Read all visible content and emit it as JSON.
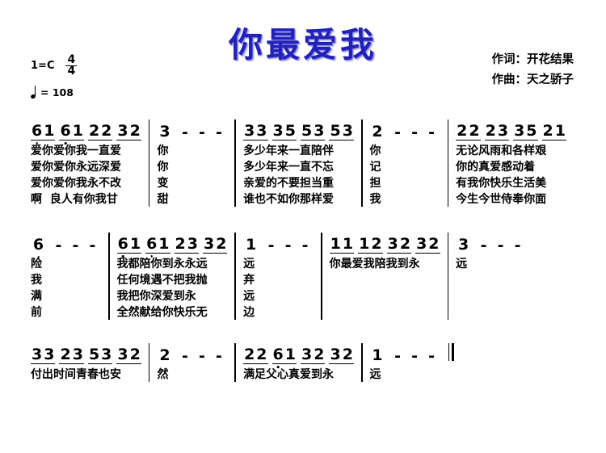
{
  "sheet": {
    "title": "你最爱我",
    "title_color": "#2222bb",
    "key_signature": "1=C",
    "time_signature": {
      "numerator": "4",
      "denominator": "4"
    },
    "tempo": {
      "note": "quarter-note",
      "equals": "= 108",
      "bpm": "108"
    },
    "credits": {
      "lyricist": "作词：开花结果",
      "composer": "作曲：天之骄子"
    }
  },
  "systems": [
    {
      "id": "system-1",
      "measures": [
        {
          "id": "m1",
          "groups": [
            {
              "notes": [
                {
                  "n": "6",
                  "oct": "low"
                },
                {
                  "n": "1",
                  "oct": "mid"
                }
              ]
            },
            {
              "notes": [
                {
                  "n": "6",
                  "oct": "low"
                },
                {
                  "n": "1",
                  "oct": "mid"
                }
              ]
            },
            {
              "notes": [
                {
                  "n": "2",
                  "oct": "mid"
                },
                {
                  "n": "2",
                  "oct": "mid"
                }
              ]
            },
            {
              "notes": [
                {
                  "n": "3",
                  "oct": "mid"
                },
                {
                  "n": "2",
                  "oct": "mid"
                }
              ]
            }
          ],
          "lyrics": [
            "爱你爱你我一直爱",
            "爱你爱你永远深爱",
            "爱你爱你我永不改",
            "啊  良人有你我甘"
          ]
        },
        {
          "id": "m2",
          "groups": [
            {
              "notes": [
                {
                  "n": "3",
                  "oct": "mid"
                }
              ],
              "beamed": false
            }
          ],
          "dashes": [
            "-",
            "-",
            "-"
          ],
          "lyrics": [
            "你",
            "你",
            "变",
            "甜"
          ]
        },
        {
          "id": "m3",
          "groups": [
            {
              "notes": [
                {
                  "n": "3",
                  "oct": "mid"
                },
                {
                  "n": "3",
                  "oct": "mid"
                }
              ]
            },
            {
              "notes": [
                {
                  "n": "3",
                  "oct": "mid"
                },
                {
                  "n": "5",
                  "oct": "mid"
                }
              ]
            },
            {
              "notes": [
                {
                  "n": "5",
                  "oct": "mid"
                },
                {
                  "n": "3",
                  "oct": "mid"
                }
              ]
            },
            {
              "notes": [
                {
                  "n": "5",
                  "oct": "mid"
                },
                {
                  "n": "3",
                  "oct": "mid"
                }
              ]
            }
          ],
          "lyrics": [
            "多少年来一直陪伴",
            "多少年来一直不忘",
            "亲爱的不要担当重",
            "谁也不如你那样爱"
          ]
        },
        {
          "id": "m4",
          "groups": [
            {
              "notes": [
                {
                  "n": "2",
                  "oct": "mid"
                }
              ],
              "beamed": false
            }
          ],
          "dashes": [
            "-",
            "-",
            "-"
          ],
          "lyrics": [
            "你",
            "记",
            "担",
            "我"
          ]
        },
        {
          "id": "m5",
          "groups": [
            {
              "notes": [
                {
                  "n": "2",
                  "oct": "mid"
                },
                {
                  "n": "2",
                  "oct": "mid"
                }
              ]
            },
            {
              "notes": [
                {
                  "n": "2",
                  "oct": "mid"
                },
                {
                  "n": "3",
                  "oct": "mid"
                }
              ]
            },
            {
              "notes": [
                {
                  "n": "3",
                  "oct": "mid"
                },
                {
                  "n": "5",
                  "oct": "mid"
                }
              ]
            },
            {
              "notes": [
                {
                  "n": "2",
                  "oct": "mid"
                },
                {
                  "n": "1",
                  "oct": "mid"
                }
              ]
            }
          ],
          "lyrics": [
            "无论风雨和各样艰",
            "你的真爱感动着",
            "有我你快乐生活美",
            "今生今世侍奉你面"
          ]
        }
      ]
    },
    {
      "id": "system-2",
      "measures": [
        {
          "id": "m6",
          "groups": [
            {
              "notes": [
                {
                  "n": "6",
                  "oct": "low"
                }
              ],
              "beamed": false
            }
          ],
          "dashes": [
            "-",
            "-",
            "-"
          ],
          "lyrics": [
            "险",
            "我",
            "满",
            "前"
          ]
        },
        {
          "id": "m7",
          "groups": [
            {
              "notes": [
                {
                  "n": "6",
                  "oct": "low"
                },
                {
                  "n": "1",
                  "oct": "mid"
                }
              ]
            },
            {
              "notes": [
                {
                  "n": "6",
                  "oct": "low"
                },
                {
                  "n": "1",
                  "oct": "mid"
                }
              ]
            },
            {
              "notes": [
                {
                  "n": "2",
                  "oct": "mid"
                },
                {
                  "n": "3",
                  "oct": "mid"
                }
              ]
            },
            {
              "notes": [
                {
                  "n": "3",
                  "oct": "mid"
                },
                {
                  "n": "2",
                  "oct": "mid"
                }
              ]
            }
          ],
          "lyrics": [
            "我都陪你到永永远",
            "任何境遇不把我抛",
            "我把你深爱到永",
            "全然献给你快乐无"
          ]
        },
        {
          "id": "m8",
          "groups": [
            {
              "notes": [
                {
                  "n": "1",
                  "oct": "mid"
                }
              ],
              "beamed": false
            }
          ],
          "dashes": [
            "-",
            "-",
            "-"
          ],
          "lyrics": [
            "远",
            "弃",
            "远",
            "边"
          ]
        },
        {
          "id": "m9",
          "groups": [
            {
              "notes": [
                {
                  "n": "1",
                  "oct": "mid"
                },
                {
                  "n": "1",
                  "oct": "mid"
                }
              ]
            },
            {
              "notes": [
                {
                  "n": "1",
                  "oct": "mid"
                },
                {
                  "n": "2",
                  "oct": "mid"
                }
              ]
            },
            {
              "notes": [
                {
                  "n": "3",
                  "oct": "mid"
                },
                {
                  "n": "2",
                  "oct": "mid"
                }
              ]
            },
            {
              "notes": [
                {
                  "n": "3",
                  "oct": "mid"
                },
                {
                  "n": "2",
                  "oct": "mid"
                }
              ]
            }
          ],
          "lyrics": [
            "你最爱我陪我到永"
          ]
        },
        {
          "id": "m10",
          "groups": [
            {
              "notes": [
                {
                  "n": "3",
                  "oct": "mid"
                }
              ],
              "beamed": false
            }
          ],
          "dashes": [
            "-",
            "-",
            "-"
          ],
          "lyrics": [
            "远"
          ]
        }
      ]
    },
    {
      "id": "system-3",
      "measures": [
        {
          "id": "m11",
          "groups": [
            {
              "notes": [
                {
                  "n": "3",
                  "oct": "mid"
                },
                {
                  "n": "3",
                  "oct": "mid"
                }
              ]
            },
            {
              "notes": [
                {
                  "n": "2",
                  "oct": "mid"
                },
                {
                  "n": "3",
                  "oct": "mid"
                }
              ]
            },
            {
              "notes": [
                {
                  "n": "5",
                  "oct": "mid"
                },
                {
                  "n": "3",
                  "oct": "mid"
                }
              ]
            },
            {
              "notes": [
                {
                  "n": "3",
                  "oct": "mid"
                },
                {
                  "n": "2",
                  "oct": "mid"
                }
              ]
            }
          ],
          "lyrics": [
            "付出时间青春也安"
          ]
        },
        {
          "id": "m12",
          "groups": [
            {
              "notes": [
                {
                  "n": "2",
                  "oct": "mid"
                }
              ],
              "beamed": false
            }
          ],
          "dashes": [
            "-",
            "-",
            "-"
          ],
          "lyrics": [
            "然"
          ]
        },
        {
          "id": "m13",
          "groups": [
            {
              "notes": [
                {
                  "n": "2",
                  "oct": "mid"
                },
                {
                  "n": "2",
                  "oct": "mid"
                }
              ]
            },
            {
              "notes": [
                {
                  "n": "6",
                  "oct": "low"
                },
                {
                  "n": "1",
                  "oct": "mid"
                }
              ]
            },
            {
              "notes": [
                {
                  "n": "3",
                  "oct": "mid"
                },
                {
                  "n": "2",
                  "oct": "mid"
                }
              ]
            },
            {
              "notes": [
                {
                  "n": "3",
                  "oct": "mid"
                },
                {
                  "n": "2",
                  "oct": "mid"
                }
              ]
            }
          ],
          "lyrics": [
            "满足父心真爱到永"
          ]
        },
        {
          "id": "m14",
          "groups": [
            {
              "notes": [
                {
                  "n": "1",
                  "oct": "mid"
                }
              ],
              "beamed": false
            }
          ],
          "dashes": [
            "-",
            "-",
            "-"
          ],
          "lyrics": [
            "远"
          ],
          "end": true
        }
      ]
    }
  ]
}
